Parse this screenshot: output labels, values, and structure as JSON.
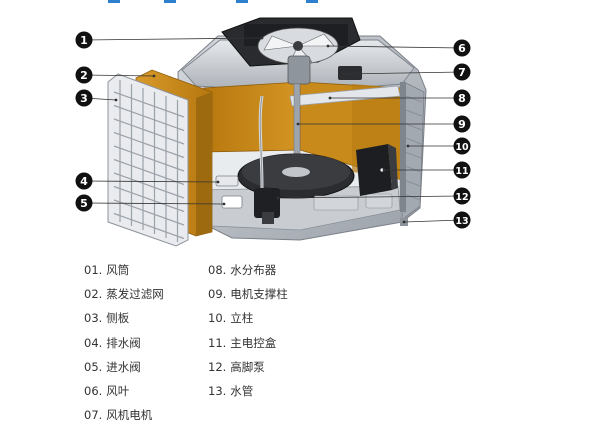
{
  "callouts": [
    "1",
    "2",
    "3",
    "4",
    "5",
    "6",
    "7",
    "8",
    "9",
    "10",
    "11",
    "12",
    "13"
  ],
  "legend": [
    {
      "num": "01.",
      "label": "风筒"
    },
    {
      "num": "02.",
      "label": "蒸发过滤网"
    },
    {
      "num": "03.",
      "label": "侧板"
    },
    {
      "num": "04.",
      "label": "排水阀"
    },
    {
      "num": "05.",
      "label": "进水阀"
    },
    {
      "num": "06.",
      "label": "风叶"
    },
    {
      "num": "07.",
      "label": "风机电机"
    },
    {
      "num": "08.",
      "label": "水分布器"
    },
    {
      "num": "09.",
      "label": "电机支撑柱"
    },
    {
      "num": "10.",
      "label": "立柱"
    },
    {
      "num": "11.",
      "label": "主电控盒"
    },
    {
      "num": "12.",
      "label": "高脚泵"
    },
    {
      "num": "13.",
      "label": "水管"
    }
  ],
  "colors": {
    "housing": "#b7bcc3",
    "housing_dark": "#8e949c",
    "filter_pad": "#c98a1c",
    "filter_pad_dark": "#a56d10",
    "callout": "#111111"
  }
}
